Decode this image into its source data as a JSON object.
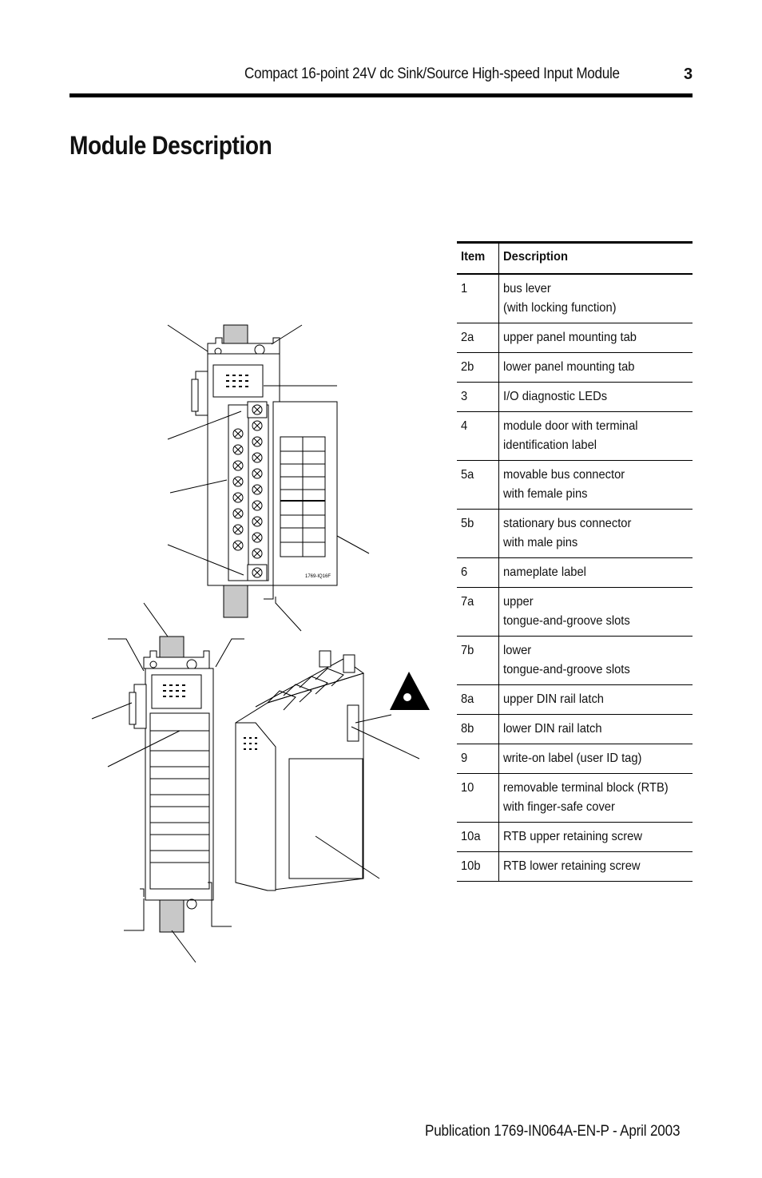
{
  "header": {
    "title": "Compact 16-point 24V dc Sink/Source High-speed Input Module",
    "page_number": "3"
  },
  "section": {
    "title": "Module Description"
  },
  "diagram": {
    "label": "1769-IQ16F"
  },
  "table": {
    "headers": [
      "Item",
      "Description"
    ],
    "rows": [
      {
        "item": "1",
        "line1": "bus lever",
        "line2": "(with locking function)"
      },
      {
        "item": "2a",
        "line1": "upper panel mounting tab",
        "line2": ""
      },
      {
        "item": "2b",
        "line1": "lower panel mounting tab",
        "line2": ""
      },
      {
        "item": "3",
        "line1": "I/O diagnostic LEDs",
        "line2": ""
      },
      {
        "item": "4",
        "line1": "module door with terminal",
        "line2": "identification label"
      },
      {
        "item": "5a",
        "line1": "movable bus connector",
        "line2": "with female pins"
      },
      {
        "item": "5b",
        "line1": "stationary bus connector",
        "line2": "with male pins"
      },
      {
        "item": "6",
        "line1": "nameplate label",
        "line2": ""
      },
      {
        "item": "7a",
        "line1": "upper",
        "line2": "tongue-and-groove slots"
      },
      {
        "item": "7b",
        "line1": "lower",
        "line2": "tongue-and-groove slots"
      },
      {
        "item": "8a",
        "line1": "upper DIN rail latch",
        "line2": ""
      },
      {
        "item": "8b",
        "line1": "lower DIN rail latch",
        "line2": ""
      },
      {
        "item": "9",
        "line1": "write-on label (user ID tag)",
        "line2": ""
      },
      {
        "item": "10",
        "line1": "removable terminal block (RTB)",
        "line2": "with finger-safe cover"
      },
      {
        "item": "10a",
        "line1": "RTB upper retaining screw",
        "line2": ""
      },
      {
        "item": "10b",
        "line1": "RTB lower retaining screw",
        "line2": ""
      }
    ]
  },
  "footer": {
    "publication": "Publication 1769-IN064A-EN-P - April 2003"
  }
}
